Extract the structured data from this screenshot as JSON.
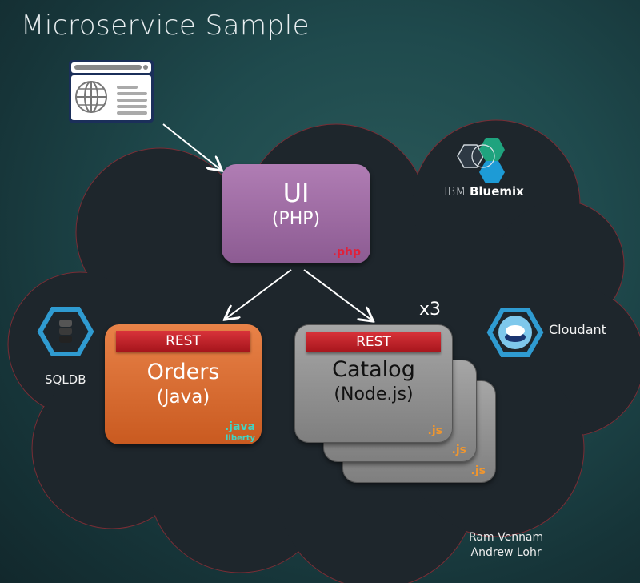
{
  "title": "Microservice Sample",
  "platform": {
    "vendor": "IBM",
    "product": "Bluemix",
    "icon": "bluemix-hexagon-logo"
  },
  "client": {
    "icon": "browser-globe-icon"
  },
  "services": {
    "ui": {
      "name": "UI",
      "tech": "(PHP)",
      "ext": ".php",
      "color": "#9c6aa2",
      "ext_color": "#e0213a"
    },
    "orders": {
      "api": "REST",
      "name": "Orders",
      "tech": "(Java)",
      "ext": ".java",
      "ext_sub": "liberty",
      "color": "#dc6d30",
      "ext_color": "#3fd6c6"
    },
    "catalog": {
      "api": "REST",
      "name": "Catalog",
      "tech": "(Node.js)",
      "ext": ".js",
      "instances_label": "x3",
      "color": "#8f8f8f",
      "ext_color": "#f0962e"
    }
  },
  "databases": {
    "sqldb": {
      "label": "SQLDB",
      "icon": "database-stack-icon",
      "color": "#2f9bd1"
    },
    "cloudant": {
      "label": "Cloudant",
      "icon": "cloudant-cloud-icon",
      "color": "#2f9bd1"
    }
  },
  "authors": [
    "Ram Vennam",
    "Andrew Lohr"
  ]
}
